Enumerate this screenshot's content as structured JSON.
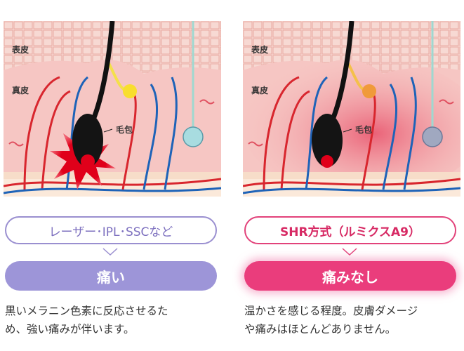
{
  "panels": [
    {
      "labels": {
        "epidermis": "表皮",
        "dermis": "真皮",
        "follicle": "毛包"
      },
      "method": "レーザー･IPL･SSCなど",
      "result": "痛い",
      "description": [
        "黒いメラニン色素に反応させるた",
        "め、強い痛みが伴います。"
      ],
      "colors": {
        "accent": "#9d95d8",
        "border": "#9a8fd0"
      }
    },
    {
      "labels": {
        "epidermis": "表皮",
        "dermis": "真皮",
        "follicle": "毛包"
      },
      "method": "SHR方式（ルミクスA9）",
      "result": "痛みなし",
      "description": [
        "温かさを感じる程度。皮膚ダメージ",
        "や痛みはほとんどありません。"
      ],
      "colors": {
        "accent": "#ea3d7c",
        "border": "#e2427a"
      }
    }
  ]
}
